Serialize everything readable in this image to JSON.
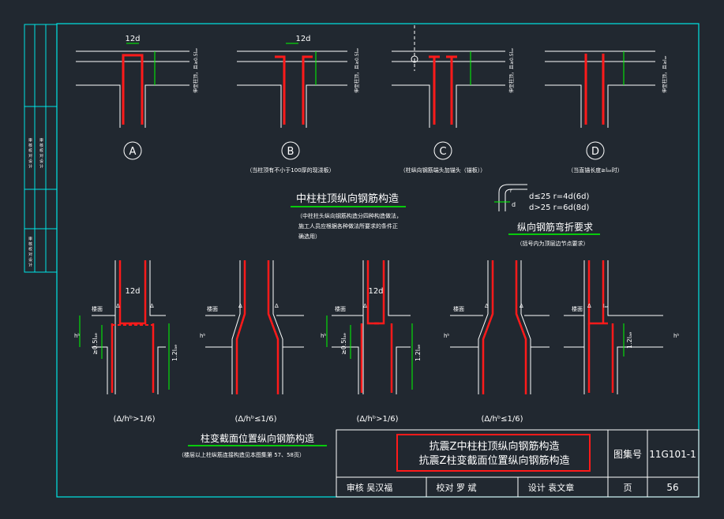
{
  "colors": {
    "background": "#212830",
    "frame": "#00e5e5",
    "line": "#ffffff",
    "rebar": "#ff1a1a",
    "dim": "#00ff00",
    "label": "#ffffff",
    "title_box": "#ff1a1a"
  },
  "dims": {
    "d12": "12d",
    "cap_05": "伸至柱顶，且≥0.5lₐₑ",
    "cap_05b": "伸至柱顶，且≥0.5lₐₑ",
    "cap_d": "伸至柱顶，且≥lₐₑ",
    "lae12": "1.2lₐₑ",
    "lae_small": "lₐₑ",
    "half_lae": "≥0.5lₐₑ",
    "hb": "hᵇ",
    "delta": "Δ",
    "floor": "楼面"
  },
  "top_details": [
    {
      "label": "A",
      "note": ""
    },
    {
      "label": "B",
      "note": "（当柱顶有不小于100厚的现浇板）"
    },
    {
      "label": "C",
      "note": "（柱纵向钢筋端头加锚头（锚板））"
    },
    {
      "label": "D",
      "note": "（当直锚长度≥lₐₑ时）"
    }
  ],
  "heading_top": {
    "title": "中柱柱顶纵向钢筋构造",
    "note1": "（中柱柱头纵向钢筋构造分四种构造做法，",
    "note2": "施工人员应根据各种做法所要求的条件正",
    "note3": "确选用）"
  },
  "bend": {
    "line1": "d≤25  r=4d(6d)",
    "line2": "d>25  r=6d(8d)",
    "title": "纵向钢筋弯折要求",
    "note": "（括号内为顶层边节点要求）",
    "d": "d",
    "r": "r"
  },
  "bottom_details": [
    {
      "caption": "(Δ/hᵇ>1/6)"
    },
    {
      "caption": "(Δ/hᵇ≤1/6)"
    },
    {
      "caption": "(Δ/hᵇ>1/6)"
    },
    {
      "caption": "(Δ/hᵇ≤1/6)"
    },
    {
      "caption": ""
    }
  ],
  "heading_bottom": {
    "title": "柱变截面位置纵向钢筋构造",
    "note": "（楼层以上柱纵筋连接构造见本图集第 57、58页）"
  },
  "title_block": {
    "main1": "抗震Z中柱柱顶纵向钢筋构造",
    "main2": "抗震Z柱变截面位置纵向钢筋构造",
    "atlas_label": "图集号",
    "atlas_no": "11G101-1",
    "review": "审核 吴汉福",
    "check": "校对 罗 斌",
    "design": "设计 袁文章",
    "page_label": "页",
    "page_no": "56"
  },
  "side_strip": {
    "text": "审 核 校 对 设 计"
  }
}
